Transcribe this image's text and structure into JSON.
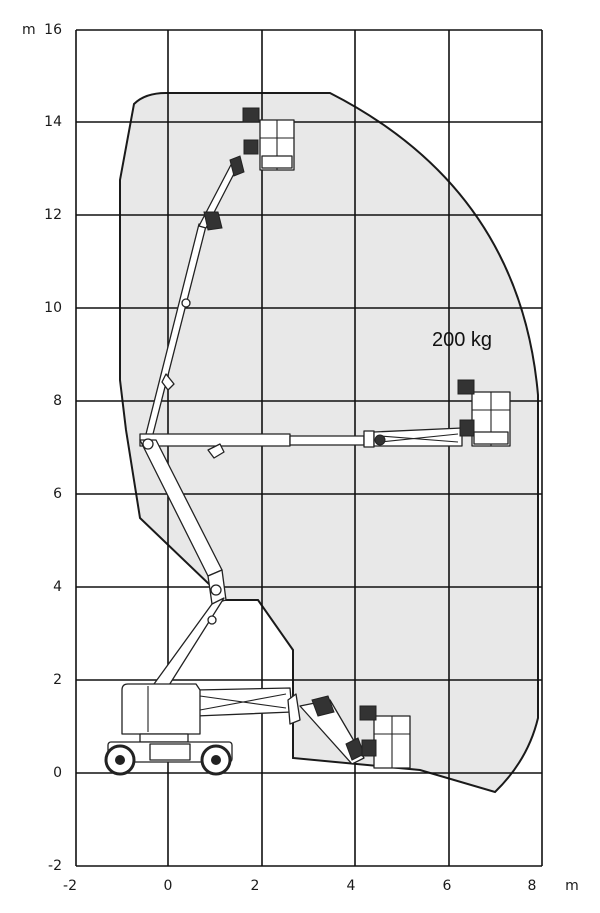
{
  "axes": {
    "y_unit": "m",
    "y_top_label": "16",
    "x_unit": "m",
    "y_ticks": [
      "14",
      "12",
      "10",
      "8",
      "6",
      "4",
      "2",
      "0",
      "-2"
    ],
    "x_ticks": [
      "-2",
      "0",
      "2",
      "4",
      "6",
      "8"
    ]
  },
  "load_label": "200 kg",
  "colors": {
    "envelope_fill": "#e8e8e8",
    "envelope_stroke": "#1a1a1a",
    "grid": "#111111"
  },
  "icons": [
    "aerial-work-platform-icon",
    "platform-basket-icon"
  ]
}
